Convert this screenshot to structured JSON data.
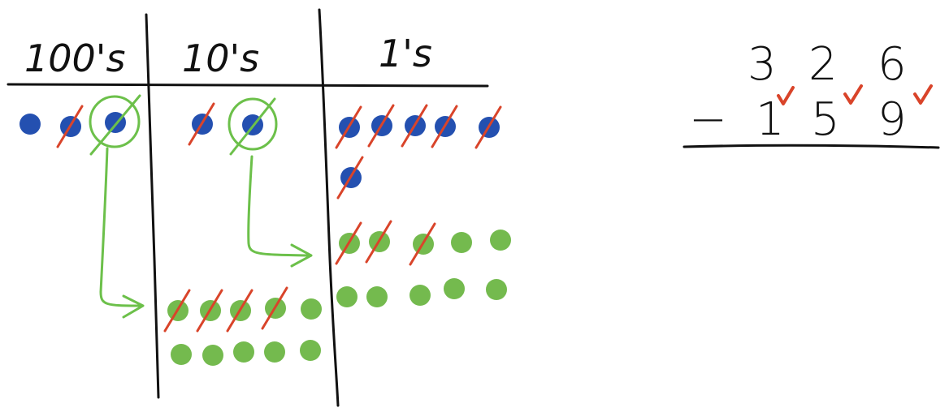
{
  "headers": {
    "hundreds": "100's",
    "tens": "10's",
    "ones": "1's"
  },
  "problem": {
    "top": [
      "3",
      "2",
      "6"
    ],
    "operator": "−",
    "bottom": [
      "1",
      "5",
      "9"
    ]
  },
  "colors": {
    "ink": "#111111",
    "blue_disc": "#2450b0",
    "green_disc": "#74ba4e",
    "cross": "#d9442a",
    "arrow": "#6cc04a",
    "check": "#d9442a"
  },
  "columns": {
    "hundreds": {
      "blue_discs": 3,
      "crossed": 2,
      "circled_for_regroup": 1
    },
    "tens": {
      "blue_discs": 2,
      "crossed": 2,
      "circled_for_regroup": 1,
      "green_discs_regrouped": 10,
      "green_crossed": 4
    },
    "ones": {
      "blue_discs": 6,
      "crossed": 6,
      "green_discs_regrouped": 10,
      "green_crossed": 3
    }
  }
}
